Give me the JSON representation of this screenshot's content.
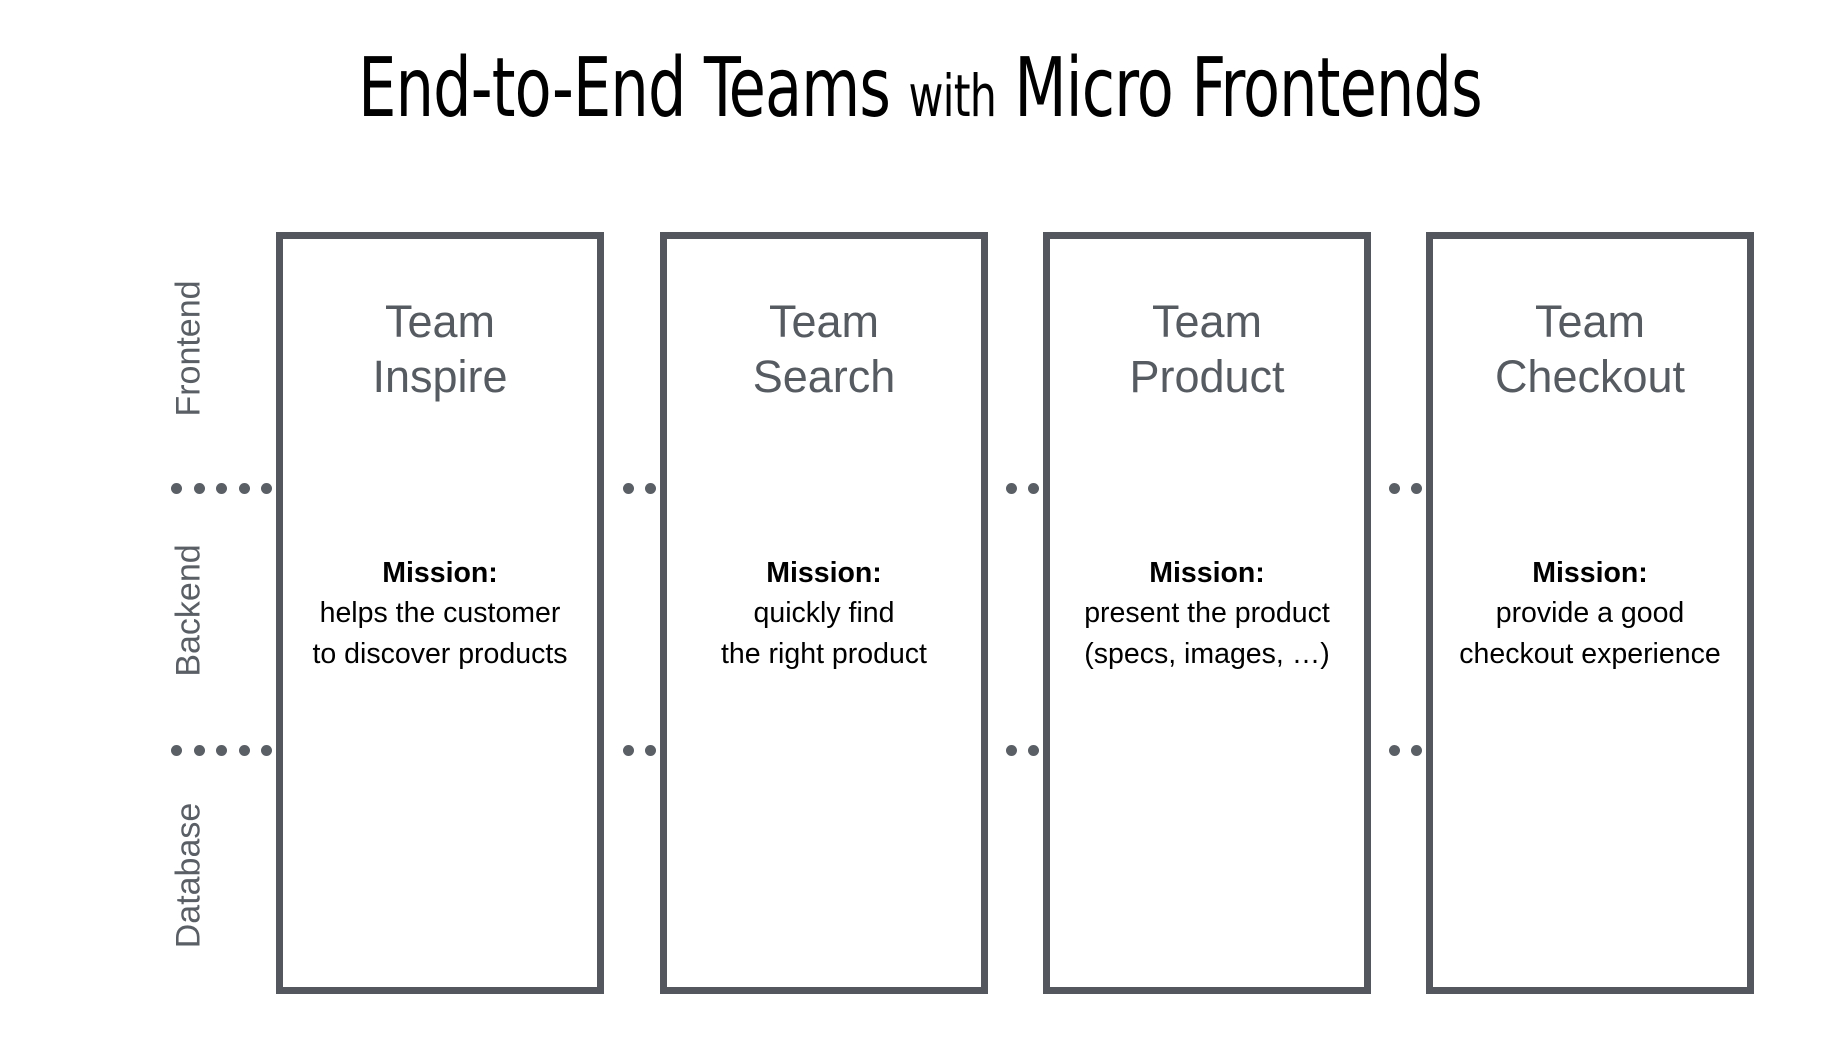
{
  "title": {
    "part1": "End-to-End Teams",
    "part2": "with",
    "part3": "Micro Frontends"
  },
  "layers": [
    {
      "label": "Frontend"
    },
    {
      "label": "Backend"
    },
    {
      "label": "Database"
    }
  ],
  "colors": {
    "border": "#54575e",
    "team_name": "#565b62",
    "layer_label": "#5a5f66",
    "dot": "#5a5f66",
    "mission_text": "#000000",
    "background": "#ffffff"
  },
  "mission_heading": "Mission:",
  "teams": [
    {
      "name_line1": "Team",
      "name_line2": "Inspire",
      "mission_heading": "Mission:",
      "mission_line1": "helps the customer",
      "mission_line2": "to discover products"
    },
    {
      "name_line1": "Team",
      "name_line2": "Search",
      "mission_heading": "Mission:",
      "mission_line1": "quickly find",
      "mission_line2": "the right product"
    },
    {
      "name_line1": "Team",
      "name_line2": "Product",
      "mission_heading": "Mission:",
      "mission_line1": "present the product",
      "mission_line2": "(specs, images, …)"
    },
    {
      "name_line1": "Team",
      "name_line2": "Checkout",
      "mission_heading": "Mission:",
      "mission_line1": "provide a good",
      "mission_line2": "checkout experience"
    }
  ]
}
